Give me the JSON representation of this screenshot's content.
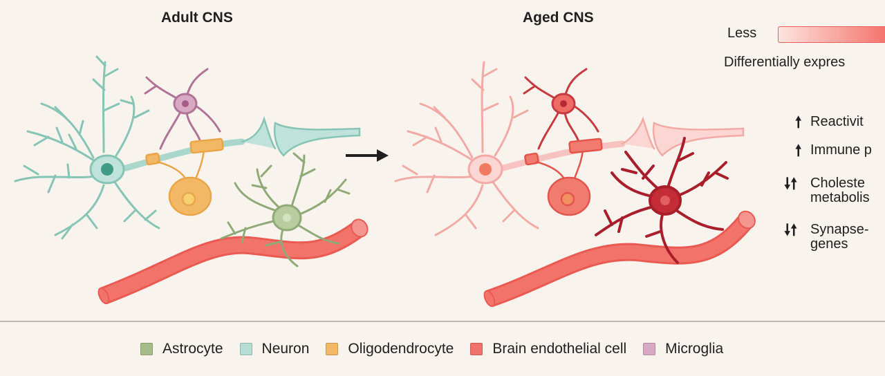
{
  "panels": {
    "adult_title": "Adult CNS",
    "aged_title": "Aged CNS"
  },
  "expression_scale": {
    "low_label": "Less",
    "caption": "Differentially expres",
    "gradient_start": "#fde3df",
    "gradient_end": "#f36a62"
  },
  "changes": [
    {
      "arrows": "up",
      "symbol": "🠕",
      "text_lines": [
        "Reactivit"
      ]
    },
    {
      "arrows": "up",
      "symbol": "🠕",
      "text_lines": [
        "Immune p"
      ]
    },
    {
      "arrows": "down-up",
      "symbol": "🠗🠕",
      "text_lines": [
        "Choleste",
        "metabolis"
      ]
    },
    {
      "arrows": "down-up",
      "symbol": "🠗🠕",
      "text_lines": [
        "Synapse-",
        "genes"
      ]
    }
  ],
  "cell_types": [
    {
      "label": "Astrocyte",
      "color": "#a6bd8a"
    },
    {
      "label": "Neuron",
      "color": "#b5ddd3"
    },
    {
      "label": "Oligodendrocyte",
      "color": "#f2b865"
    },
    {
      "label": "Brain endothelial cell",
      "color": "#f0726a"
    },
    {
      "label": "Microglia",
      "color": "#d9a9c4"
    }
  ],
  "colors": {
    "neuron_adult": "#8ccbbd",
    "neuron_fill_adult": "#bfe3da",
    "microglia_adult": "#b57a9e",
    "oligo_adult": "#f1b45c",
    "astro_adult": "#a3bb8a",
    "vessel": "#f0665e",
    "aged_light": "#f6b6b3",
    "aged_medium": "#f07a6e",
    "aged_dark": "#b2242f"
  }
}
